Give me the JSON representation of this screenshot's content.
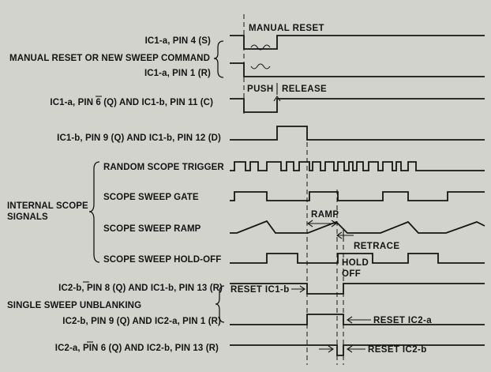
{
  "signal_labels": {
    "ic1a_pin4": "IC1-a, PIN 4 (S)",
    "manual_reset_cmd": "MANUAL RESET OR NEW SWEEP COMMAND",
    "ic1a_pin1": "IC1-a, PIN 1 (R)",
    "ic1a_pin6": "IC1-a, PIN 6 (Q) AND IC1-b, PIN 11 (C)",
    "ic1b_pin9": "IC1-b, PIN 9 (Q) AND IC1-b, PIN 12 (D)",
    "random_trigger": "RANDOM SCOPE TRIGGER",
    "sweep_gate": "SCOPE SWEEP GATE",
    "internal_1": "INTERNAL SCOPE",
    "internal_2": "SIGNALS",
    "sweep_ramp": "SCOPE SWEEP RAMP",
    "hold_off": "SCOPE SWEEP HOLD-OFF",
    "ic2b_pin8": "IC2-b, PIN 8 (Q) AND IC1-b, PIN 13 (R)",
    "single_sweep": "SINGLE SWEEP UNBLANKING",
    "ic2b_pin9": "IC2-b, PIN 9 (Q) AND IC2-a, PIN 1 (R)",
    "ic2a_pin6": "IC2-a, PIN 6 (Q) AND IC2-b, PIN 13 (R)"
  },
  "annotations": {
    "manual_reset": "MANUAL RESET",
    "push": "PUSH",
    "release": "RELEASE",
    "ramp": "RAMP",
    "retrace": "RETRACE",
    "hold": "HOLD",
    "off": "OFF",
    "reset_ic1b": "RESET IC1-b",
    "reset_ic2a": "RESET IC2-a",
    "reset_ic2b": "RESET IC2-b"
  }
}
